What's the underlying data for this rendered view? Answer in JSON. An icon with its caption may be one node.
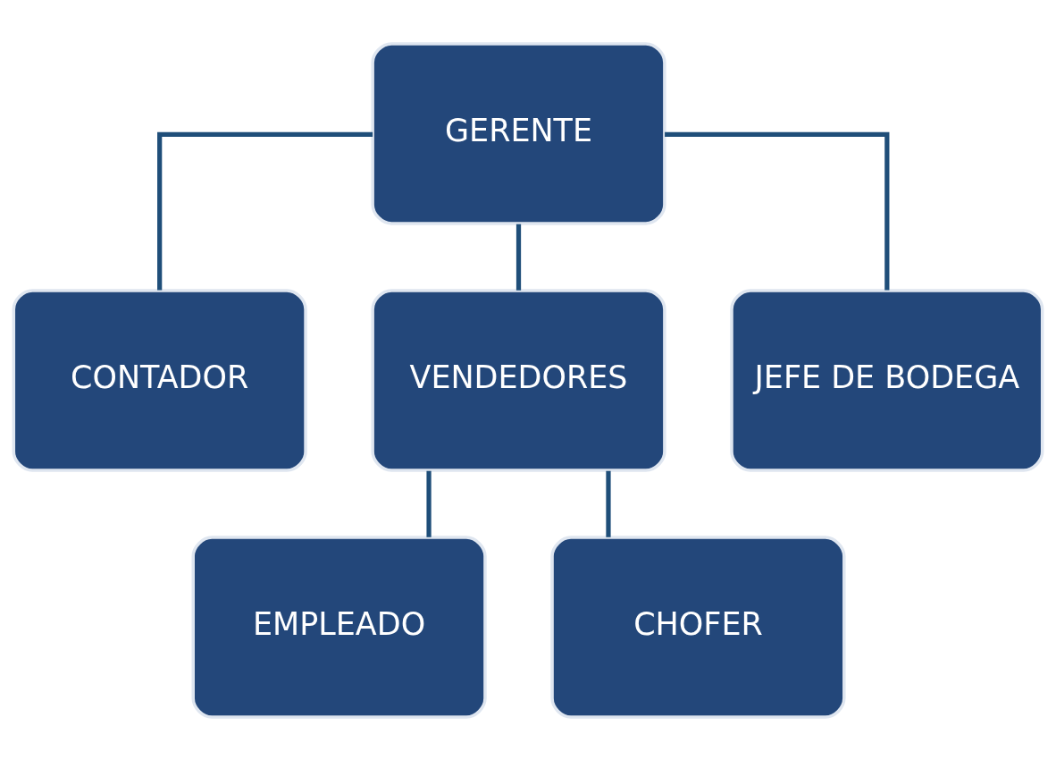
{
  "diagram": {
    "nodes": [
      {
        "text": [
          "GERENTE"
        ]
      },
      {
        "text": [
          "CONTADOR"
        ]
      },
      {
        "text": [
          "VENDEDORES"
        ]
      },
      {
        "text": [
          "JEFE DE BODEGA"
        ]
      },
      {
        "text": [
          "EMPLEADO"
        ]
      },
      {
        "text": [
          "CHOFER"
        ]
      }
    ],
    "edges": [
      {
        "from": 0,
        "to": 1,
        "arrow": "none"
      },
      {
        "from": 0,
        "to": 2,
        "arrow": "none"
      },
      {
        "from": 0,
        "to": 3,
        "arrow": "none"
      },
      {
        "from": 2,
        "to": 4,
        "arrow": "none"
      },
      {
        "from": 2,
        "to": 5,
        "arrow": "none"
      }
    ]
  }
}
